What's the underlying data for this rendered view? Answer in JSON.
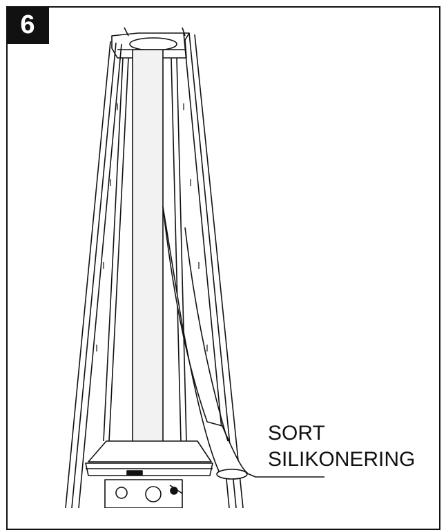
{
  "step": {
    "number": "6"
  },
  "callout": {
    "line1": "SORT",
    "line2": "SILIKONERING"
  },
  "colors": {
    "ink": "#111111",
    "paper": "#ffffff",
    "tube": "#f2f2f2"
  }
}
